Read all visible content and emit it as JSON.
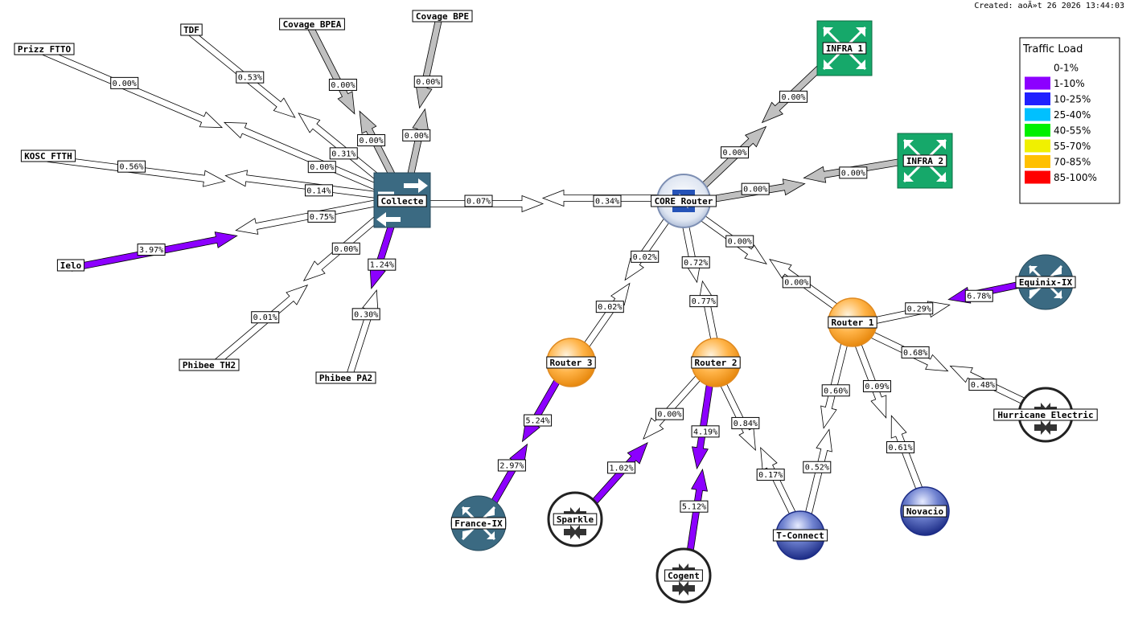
{
  "created": "Created: aoÃ»t 26 2026 13:44:03",
  "legend": {
    "title": "Traffic Load",
    "items": [
      {
        "label": "0-1%",
        "color": "#ffffff"
      },
      {
        "label": "1-10%",
        "color": "#8c00ff"
      },
      {
        "label": "10-25%",
        "color": "#2020ff"
      },
      {
        "label": "25-40%",
        "color": "#00c0ff"
      },
      {
        "label": "40-55%",
        "color": "#00f000"
      },
      {
        "label": "55-70%",
        "color": "#f0f000"
      },
      {
        "label": "70-85%",
        "color": "#ffc000"
      },
      {
        "label": "85-100%",
        "color": "#ff0000"
      }
    ]
  },
  "colors": {
    "gray": "#c0c0c0",
    "white": "#ffffff",
    "purple": "#8c00ff",
    "switch": "#3b6a82",
    "infra": "#16a86a",
    "router_orange": "#ffb347",
    "router_blue": "#3a4fa8"
  },
  "nodes": [
    {
      "id": "collecte",
      "label": "Collecte",
      "icon": "switch-icon"
    },
    {
      "id": "core",
      "label": "CORE Router",
      "icon": "core-router-icon"
    },
    {
      "id": "infra1",
      "label": "INFRA 1",
      "icon": "infra-icon"
    },
    {
      "id": "infra2",
      "label": "INFRA 2",
      "icon": "infra-icon"
    },
    {
      "id": "covage_bpea",
      "label": "Covage BPEA",
      "icon": ""
    },
    {
      "id": "covage_bpe",
      "label": "Covage BPE",
      "icon": ""
    },
    {
      "id": "tdf",
      "label": "TDF",
      "icon": ""
    },
    {
      "id": "prizz",
      "label": "Prizz FTTO",
      "icon": ""
    },
    {
      "id": "kosc",
      "label": "KOSC FTTH",
      "icon": ""
    },
    {
      "id": "ielo",
      "label": "Ielo",
      "icon": ""
    },
    {
      "id": "phibee_th2",
      "label": "Phibee TH2",
      "icon": ""
    },
    {
      "id": "phibee_pa2",
      "label": "Phibee PA2",
      "icon": ""
    },
    {
      "id": "router3",
      "label": "Router 3",
      "icon": "router-orange-icon"
    },
    {
      "id": "router2",
      "label": "Router 2",
      "icon": "router-orange-icon"
    },
    {
      "id": "router1",
      "label": "Router 1",
      "icon": "router-orange-icon"
    },
    {
      "id": "equinix",
      "label": "Equinix-IX",
      "icon": "ix-router-icon"
    },
    {
      "id": "hurricane",
      "label": "Hurricane Electric",
      "icon": "transit-icon"
    },
    {
      "id": "france_ix",
      "label": "France-IX",
      "icon": "ix-router-icon"
    },
    {
      "id": "sparkle",
      "label": "Sparkle",
      "icon": "transit-icon"
    },
    {
      "id": "cogent",
      "label": "Cogent",
      "icon": "transit-icon"
    },
    {
      "id": "tconnect",
      "label": "T-Connect",
      "icon": "blue-router-icon"
    },
    {
      "id": "novacio",
      "label": "Novacio",
      "icon": "blue-router-icon"
    }
  ],
  "links": [
    {
      "from": "covage_bpea",
      "to": "collecte",
      "out": "0.00%",
      "in": "0.00%",
      "color_out": "gray",
      "color_in": "gray"
    },
    {
      "from": "covage_bpe",
      "to": "collecte",
      "out": "0.00%",
      "in": "0.00%",
      "color_out": "gray",
      "color_in": "gray"
    },
    {
      "from": "tdf",
      "to": "collecte",
      "out": "0.53%",
      "in": "0.31%",
      "color_out": "white",
      "color_in": "white"
    },
    {
      "from": "prizz",
      "to": "collecte",
      "out": "0.00%",
      "in": "0.00%",
      "color_out": "white",
      "color_in": "white"
    },
    {
      "from": "kosc",
      "to": "collecte",
      "out": "0.56%",
      "in": "0.14%",
      "color_out": "white",
      "color_in": "white"
    },
    {
      "from": "ielo",
      "to": "collecte",
      "out": "3.97%",
      "in": "0.75%",
      "color_out": "purple",
      "color_in": "white"
    },
    {
      "from": "phibee_th2",
      "to": "collecte",
      "out": "0.01%",
      "in": "0.00%",
      "color_out": "white",
      "color_in": "white"
    },
    {
      "from": "phibee_pa2",
      "to": "collecte",
      "out": "0.30%",
      "in": "1.24%",
      "color_out": "white",
      "color_in": "purple"
    },
    {
      "from": "collecte",
      "to": "core",
      "out": "0.07%",
      "in": "0.34%",
      "color_out": "white",
      "color_in": "white"
    },
    {
      "from": "core",
      "to": "infra1",
      "out": "0.00%",
      "in": "0.00%",
      "color_out": "gray",
      "color_in": "gray"
    },
    {
      "from": "core",
      "to": "infra2",
      "out": "0.00%",
      "in": "0.00%",
      "color_out": "gray",
      "color_in": "gray"
    },
    {
      "from": "core",
      "to": "router3",
      "out": "0.02%",
      "in": "0.02%",
      "color_out": "white",
      "color_in": "white"
    },
    {
      "from": "core",
      "to": "router2",
      "out": "0.72%",
      "in": "0.77%",
      "color_out": "white",
      "color_in": "white"
    },
    {
      "from": "core",
      "to": "router1",
      "out": "0.00%",
      "in": "0.00%",
      "color_out": "white",
      "color_in": "white"
    },
    {
      "from": "router1",
      "to": "equinix",
      "out": "0.29%",
      "in": "6.78%",
      "color_out": "white",
      "color_in": "purple"
    },
    {
      "from": "router1",
      "to": "hurricane",
      "out": "0.68%",
      "in": "0.48%",
      "color_out": "white",
      "color_in": "white"
    },
    {
      "from": "router1",
      "to": "tconnect",
      "out": "0.60%",
      "in": "0.52%",
      "color_out": "white",
      "color_in": "white"
    },
    {
      "from": "router1",
      "to": "novacio",
      "out": "0.09%",
      "in": "0.61%",
      "color_out": "white",
      "color_in": "white"
    },
    {
      "from": "router3",
      "to": "france_ix",
      "out": "5.24%",
      "in": "2.97%",
      "color_out": "purple",
      "color_in": "purple"
    },
    {
      "from": "router2",
      "to": "sparkle",
      "out": "0.00%",
      "in": "1.02%",
      "color_out": "white",
      "color_in": "purple"
    },
    {
      "from": "router2",
      "to": "cogent",
      "out": "4.19%",
      "in": "5.12%",
      "color_out": "purple",
      "color_in": "purple"
    },
    {
      "from": "router2",
      "to": "tconnect",
      "out": "0.84%",
      "in": "0.17%",
      "color_out": "white",
      "color_in": "white"
    }
  ]
}
